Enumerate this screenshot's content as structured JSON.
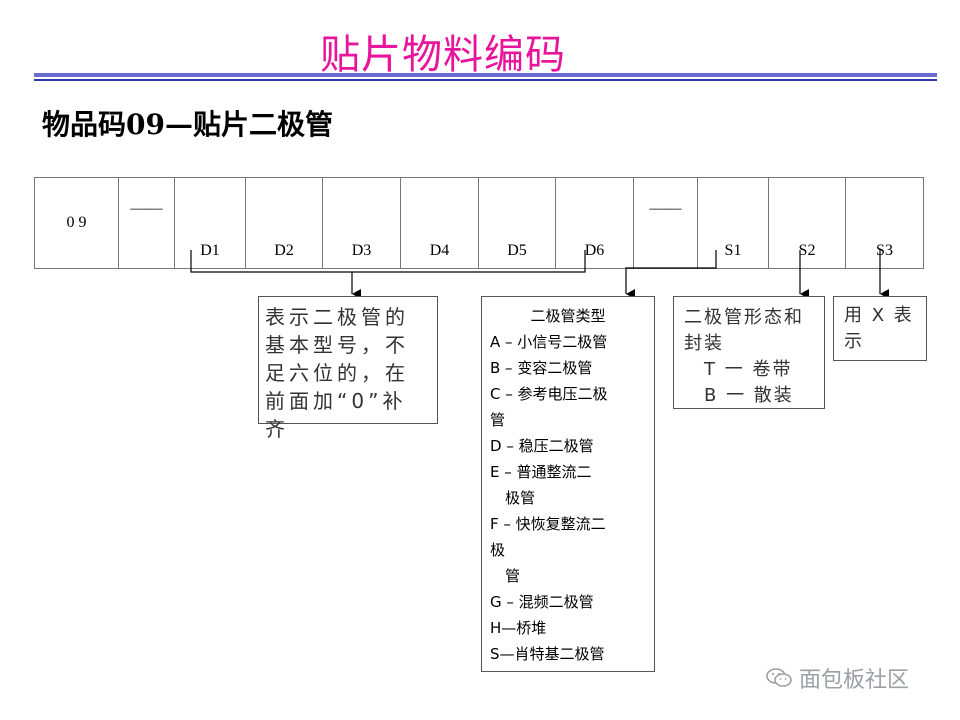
{
  "title": "贴片物料编码",
  "subtitle": "物品码09—贴片二极管",
  "code_cells": [
    "0 9",
    "——",
    "D1",
    "D2",
    "D3",
    "D4",
    "D5",
    "D6",
    "——",
    "S1",
    "S2",
    "S3"
  ],
  "box_basic": {
    "lines": [
      "表示二极管的",
      "基本型号，不",
      "足六位的，在",
      "前面加“0”补",
      "齐"
    ]
  },
  "box_types": {
    "header": "二极管类型",
    "lines": [
      "A – 小信号二极管",
      "B – 变容二极管",
      "C – 参考电压二极",
      "管",
      "D – 稳压二极管",
      "E – 普通整流二",
      "　极管",
      "F – 快恢复整流二",
      "极",
      "　管",
      "G – 混频二极管",
      "H—桥堆",
      "S—肖特基二极管"
    ]
  },
  "box_package": {
    "lines": [
      "二极管形态和",
      "封装",
      "　T 一 卷带",
      "　B 一 散装"
    ]
  },
  "box_x": {
    "lines": [
      "用 X 表",
      "示"
    ]
  },
  "watermark": {
    "icon": "wechat-icon",
    "text": "面包板社区"
  },
  "colors": {
    "title": "#e8149c",
    "rule_light": "#6a6ad0",
    "rule_dark": "#2b3aa8"
  }
}
